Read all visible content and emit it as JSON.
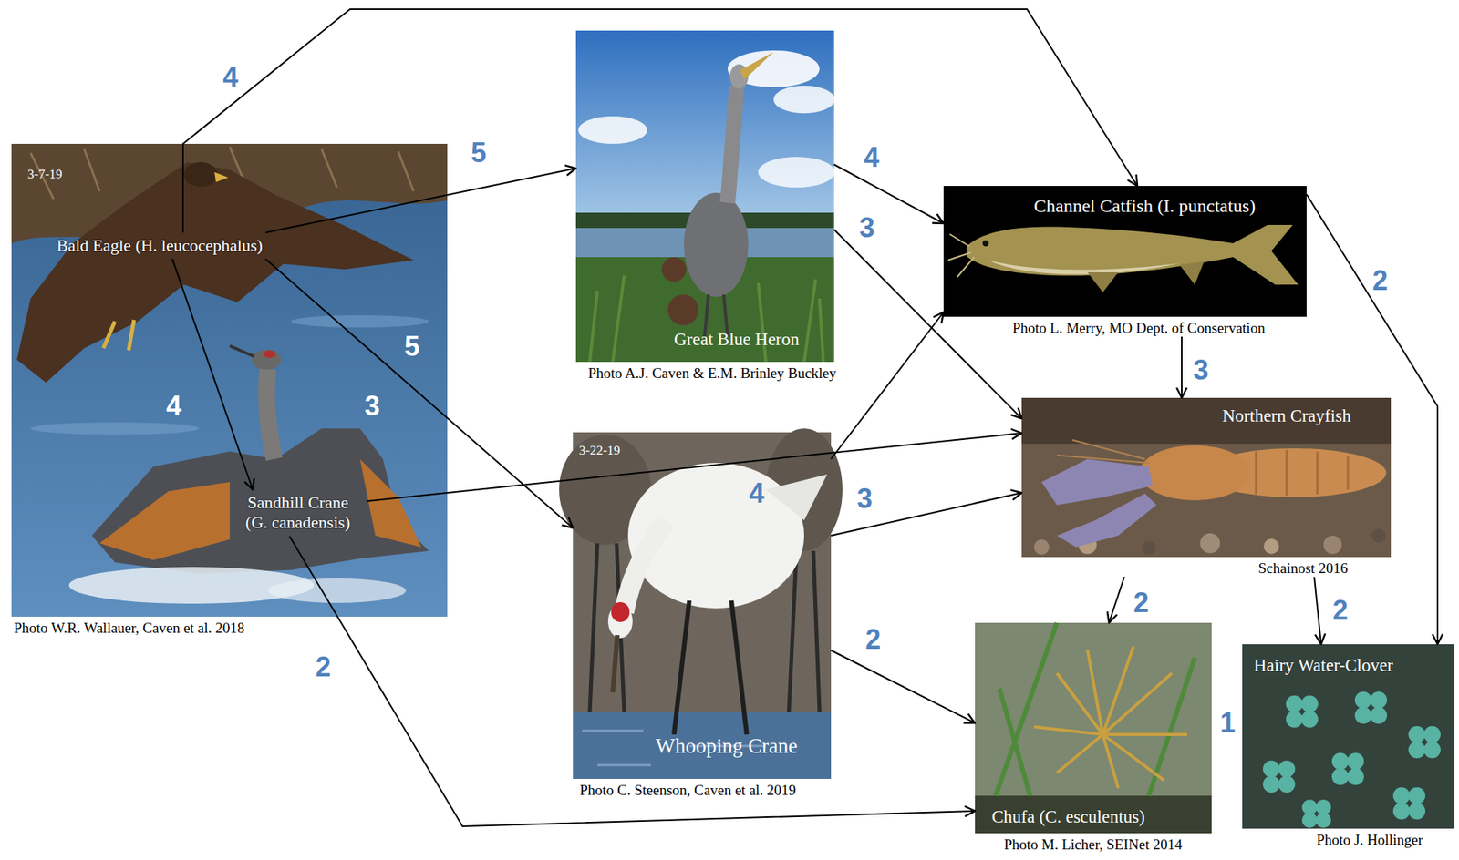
{
  "diagram": {
    "nodes": [
      {
        "text": [
          "3-7-19",
          "Photo W.R. Wallauer, Caven et al. 2018"
        ]
      },
      {
        "text": [
          "Bald Eagle (H. leucocephalus)"
        ],
        "in": 0
      },
      {
        "text": [
          "Sandhill Crane (G. canadensis)"
        ],
        "in": 0
      },
      {
        "text": [
          "Great Blue Heron",
          "Photo A.J. Caven & E.M. Brinley Buckley"
        ]
      },
      {
        "text": [
          "3-22-19",
          "Whooping Crane",
          "Photo C. Steenson, Caven et al. 2019"
        ]
      },
      {
        "text": [
          "Channel Catfish (I. punctatus)",
          "Photo L. Merry, MO Dept. of Conservation"
        ]
      },
      {
        "text": [
          "Northern Crayfish",
          "Schainost 2016"
        ]
      },
      {
        "text": [
          "Chufa (C. esculentus)",
          "Photo M. Licher, SEINet 2014"
        ]
      },
      {
        "text": [
          "Hairy Water-Clover",
          "Photo J. Hollinger"
        ]
      }
    ],
    "edges": [
      {
        "from": 1,
        "to": 5,
        "label": "4",
        "arrow": "to"
      },
      {
        "from": 1,
        "to": 3,
        "label": "5",
        "arrow": "to"
      },
      {
        "from": 1,
        "to": 2,
        "label": "4",
        "arrow": "to"
      },
      {
        "from": 1,
        "to": 4,
        "label": "5",
        "arrow": "to"
      },
      {
        "from": 2,
        "to": 6,
        "label": "3",
        "arrow": "to"
      },
      {
        "from": 2,
        "to": 7,
        "label": "2",
        "arrow": "to"
      },
      {
        "from": 3,
        "to": 5,
        "label": "4",
        "arrow": "to"
      },
      {
        "from": 3,
        "to": 6,
        "label": "3",
        "arrow": "to"
      },
      {
        "from": 4,
        "to": 5,
        "label": "4",
        "arrow": "to"
      },
      {
        "from": 4,
        "to": 6,
        "label": "3",
        "arrow": "to"
      },
      {
        "from": 4,
        "to": 7,
        "label": "2",
        "arrow": "to"
      },
      {
        "from": 5,
        "to": 6,
        "label": "3",
        "arrow": "to"
      },
      {
        "from": 5,
        "to": 8,
        "label": "2",
        "arrow": "to"
      },
      {
        "from": 6,
        "to": 7,
        "label": "2",
        "arrow": "to"
      },
      {
        "from": 6,
        "to": 8,
        "label": "2",
        "arrow": "to"
      }
    ],
    "labels": [
      "1"
    ]
  }
}
